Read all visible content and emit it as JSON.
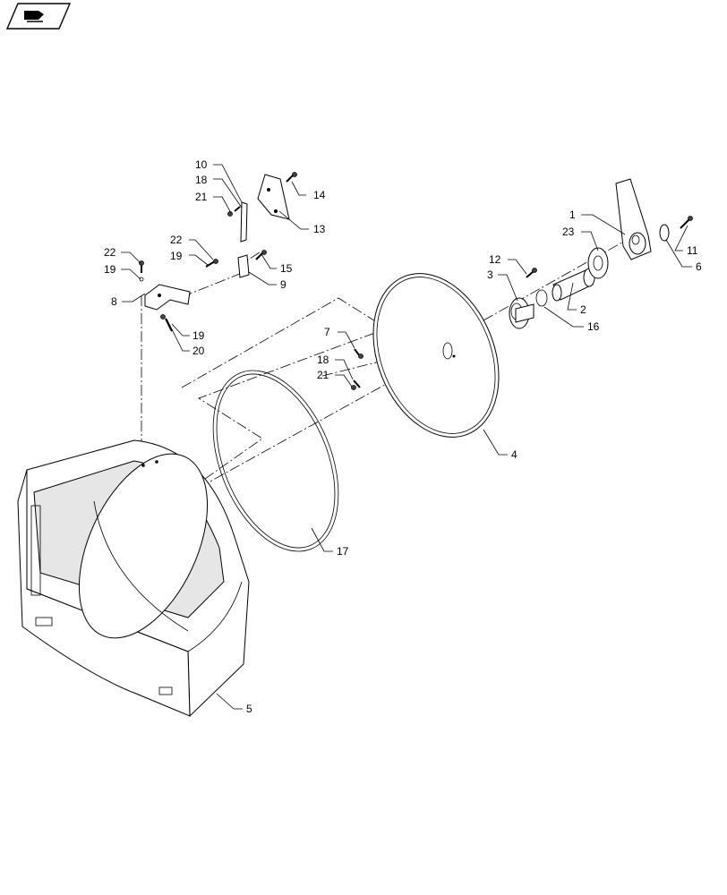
{
  "header_icon": "book-arrow-icon",
  "callouts": {
    "c1": "1",
    "c2": "2",
    "c3": "3",
    "c4": "4",
    "c5": "5",
    "c6": "6",
    "c7": "7",
    "c8": "8",
    "c9": "9",
    "c10": "10",
    "c11": "11",
    "c12": "12",
    "c13": "13",
    "c14": "14",
    "c15": "15",
    "c16": "16",
    "c17": "17",
    "c18a": "18",
    "c18b": "18",
    "c19a": "19",
    "c19b": "19",
    "c19c": "19",
    "c20": "20",
    "c21a": "21",
    "c21b": "21",
    "c22a": "22",
    "c22b": "22",
    "c23": "23"
  }
}
